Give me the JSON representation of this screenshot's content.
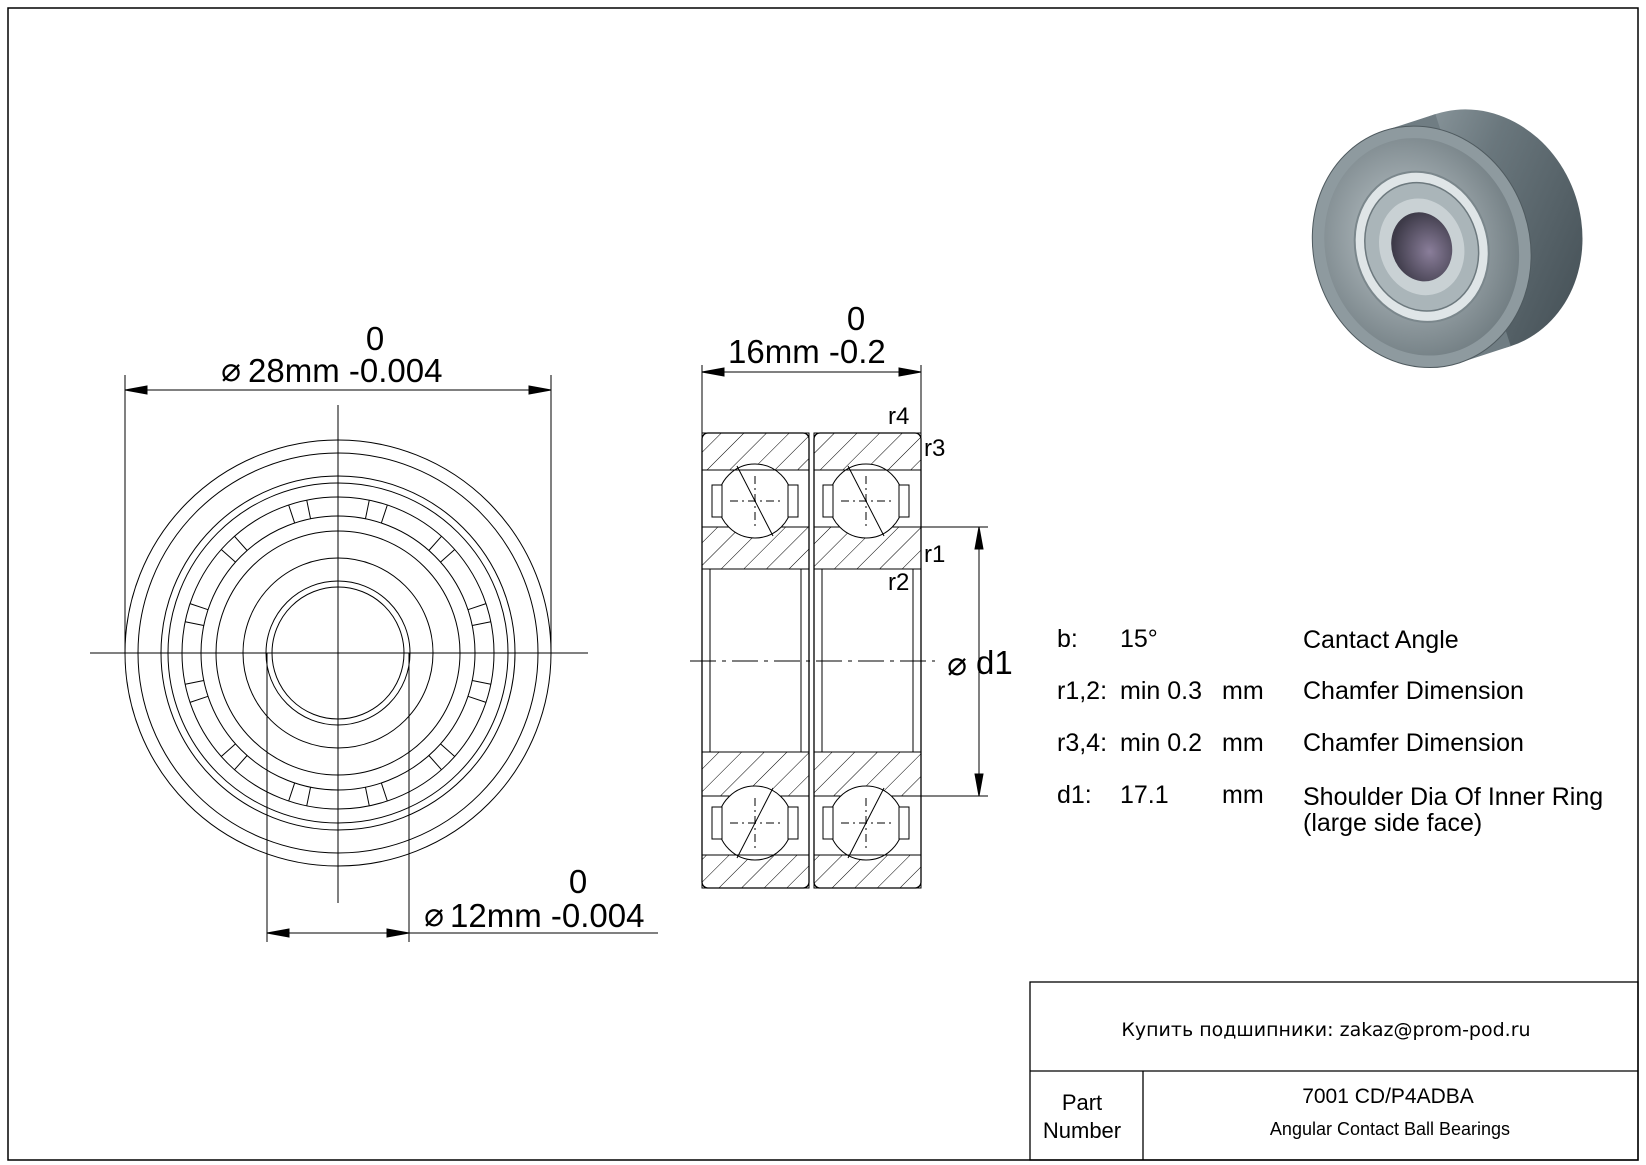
{
  "dimensions": {
    "outer_diameter": {
      "tolerance_upper": "0",
      "value": "28mm -0.004"
    },
    "bore_diameter": {
      "tolerance_upper": "0",
      "value": "12mm -0.004"
    },
    "width": {
      "tolerance_upper": "0",
      "value": "16mm -0.2"
    },
    "shoulder": {
      "label": "d1"
    },
    "diameter_symbol": "⌀"
  },
  "chamfer_labels": {
    "r1": "r1",
    "r2": "r2",
    "r3": "r3",
    "r4": "r4"
  },
  "specs": [
    {
      "key": "b:",
      "value": "15°",
      "unit": "",
      "description": [
        "Cantact Angle"
      ]
    },
    {
      "key": "r1,2:",
      "value": "min 0.3",
      "unit": "mm",
      "description": [
        "Chamfer Dimension"
      ]
    },
    {
      "key": "r3,4:",
      "value": "min 0.2",
      "unit": "mm",
      "description": [
        "Chamfer Dimension"
      ]
    },
    {
      "key": "d1:",
      "value": "17.1",
      "unit": "mm",
      "description": [
        "Shoulder Dia Of Inner Ring",
        "(large side face)"
      ]
    }
  ],
  "title_block": {
    "contact": "Купить подшипники: zakaz@prom-pod.ru",
    "part_label_line1": "Part",
    "part_label_line2": "Number",
    "part_number": "7001 CD/P4ADBA",
    "part_description": "Angular Contact Ball Bearings"
  },
  "colors": {
    "line": "#000000",
    "bearing_body": "#5d6a70",
    "bearing_highlight": "#a9b6bb"
  }
}
